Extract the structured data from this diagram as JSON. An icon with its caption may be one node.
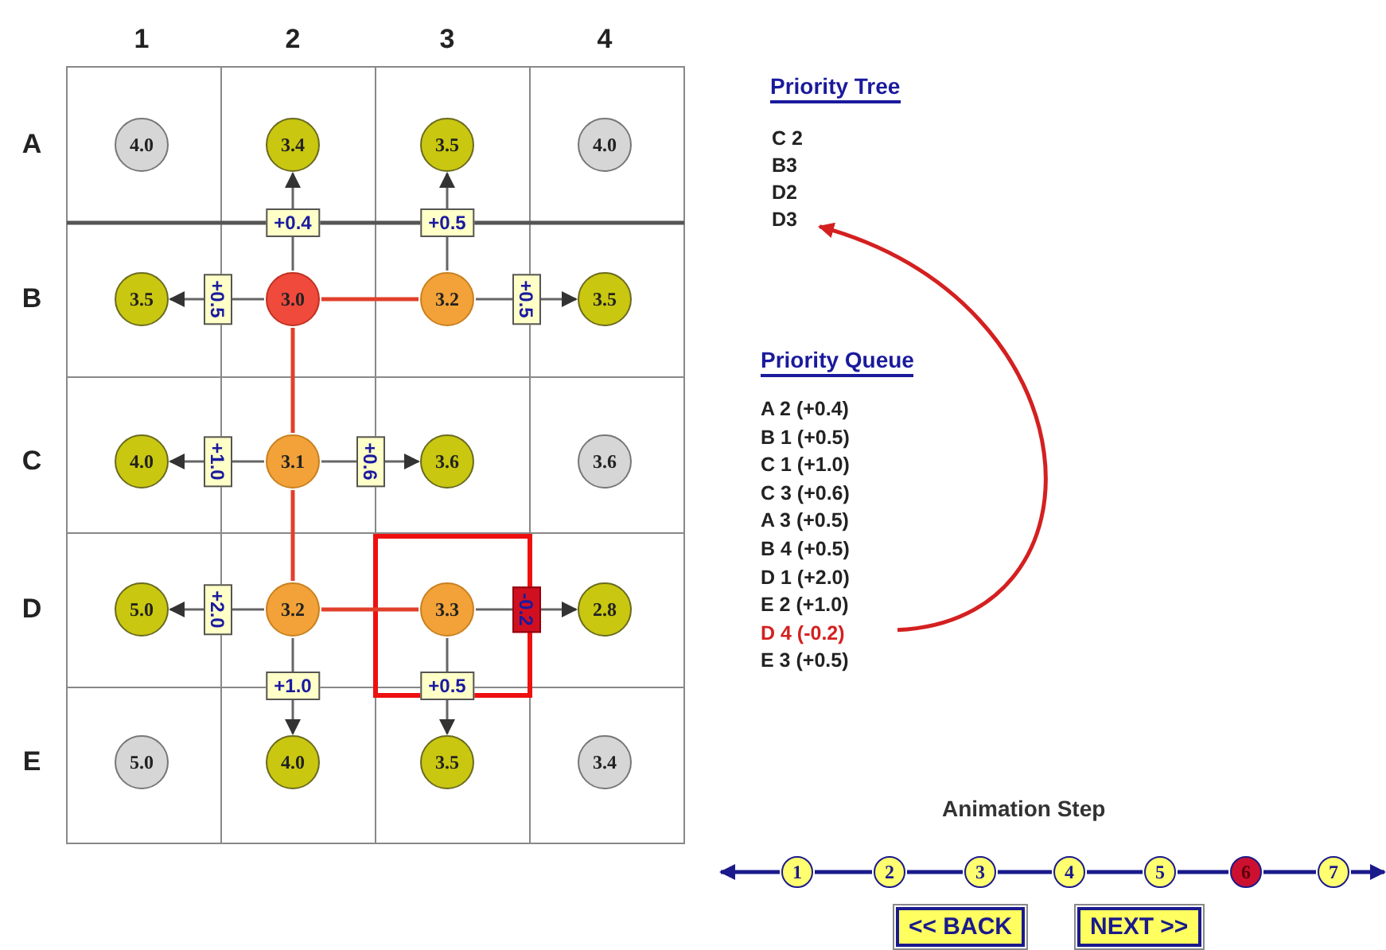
{
  "diagram": {
    "nodes": [
      {
        "text": [
          "4.0"
        ]
      },
      {
        "text": [
          "3.4"
        ]
      },
      {
        "text": [
          "3.5"
        ]
      },
      {
        "text": [
          "4.0"
        ]
      },
      {
        "text": [
          "3.5"
        ]
      },
      {
        "text": [
          "3.0"
        ]
      },
      {
        "text": [
          "3.2"
        ]
      },
      {
        "text": [
          "3.5"
        ]
      },
      {
        "text": [
          "4.0"
        ]
      },
      {
        "text": [
          "3.1"
        ]
      },
      {
        "text": [
          "3.6"
        ]
      },
      {
        "text": [
          "3.6"
        ]
      },
      {
        "text": [
          "5.0"
        ]
      },
      {
        "text": [
          "3.2"
        ]
      },
      {
        "text": [
          "3.3"
        ]
      },
      {
        "text": [
          "2.8"
        ]
      },
      {
        "text": [
          "5.0"
        ]
      },
      {
        "text": [
          "4.0"
        ]
      },
      {
        "text": [
          "3.5"
        ]
      },
      {
        "text": [
          "3.4"
        ]
      },
      {
        "text": [
          "C 2"
        ]
      },
      {
        "text": [
          "B3"
        ]
      },
      {
        "text": [
          "D2"
        ]
      },
      {
        "text": [
          "D3"
        ]
      },
      {
        "text": [
          "A 2 (+0.4)"
        ]
      },
      {
        "text": [
          "B 1 (+0.5)"
        ]
      },
      {
        "text": [
          "C 1 (+1.0)"
        ]
      },
      {
        "text": [
          "C 3 (+0.6)"
        ]
      },
      {
        "text": [
          "A 3 (+0.5)"
        ]
      },
      {
        "text": [
          "B 4 (+0.5)"
        ]
      },
      {
        "text": [
          "D 1 (+2.0)"
        ]
      },
      {
        "text": [
          "E 2 (+1.0)"
        ]
      },
      {
        "text": [
          "D 4 (-0.2)"
        ]
      },
      {
        "text": [
          "E 3 (+0.5)"
        ]
      },
      {
        "text": [
          "1"
        ]
      },
      {
        "text": [
          "2"
        ]
      },
      {
        "text": [
          "3"
        ]
      },
      {
        "text": [
          "4"
        ]
      },
      {
        "text": [
          "5"
        ]
      },
      {
        "text": [
          "6"
        ]
      },
      {
        "text": [
          "7"
        ]
      }
    ],
    "edges": [
      {
        "from": 5,
        "to": 1,
        "arrow": "to",
        "label": "+0.4"
      },
      {
        "from": 6,
        "to": 2,
        "arrow": "to",
        "label": "+0.5"
      },
      {
        "from": 5,
        "to": 4,
        "arrow": "to",
        "label": "+0.5"
      },
      {
        "from": 6,
        "to": 7,
        "arrow": "to",
        "label": "+0.5"
      },
      {
        "from": 9,
        "to": 8,
        "arrow": "to",
        "label": "+1.0"
      },
      {
        "from": 9,
        "to": 10,
        "arrow": "to",
        "label": "+0.6"
      },
      {
        "from": 13,
        "to": 12,
        "arrow": "to",
        "label": "+2.0"
      },
      {
        "from": 13,
        "to": 17,
        "arrow": "to",
        "label": "+1.0"
      },
      {
        "from": 14,
        "to": 18,
        "arrow": "to",
        "label": "+0.5"
      },
      {
        "from": 14,
        "to": 15,
        "arrow": "to",
        "label": "-0.2"
      },
      {
        "from": 5,
        "to": 6,
        "arrow": "none",
        "color": "#e0402c"
      },
      {
        "from": 5,
        "to": 9,
        "arrow": "none",
        "color": "#e0402c"
      },
      {
        "from": 9,
        "to": 13,
        "arrow": "none",
        "color": "#e0402c"
      },
      {
        "from": 13,
        "to": 14,
        "arrow": "none",
        "color": "#e0402c"
      },
      {
        "from": 32,
        "to": 23,
        "arrow": "to",
        "color": "#d42020"
      },
      {
        "from": 34,
        "to": null,
        "arrow": "to",
        "color": "#1a1a8c"
      },
      {
        "from": 34,
        "to": 35,
        "arrow": "none",
        "color": "#1a1a8c"
      },
      {
        "from": 35,
        "to": 36,
        "arrow": "none",
        "color": "#1a1a8c"
      },
      {
        "from": 36,
        "to": 37,
        "arrow": "none",
        "color": "#1a1a8c"
      },
      {
        "from": 37,
        "to": 38,
        "arrow": "none",
        "color": "#1a1a8c"
      },
      {
        "from": 38,
        "to": 39,
        "arrow": "none",
        "color": "#1a1a8c"
      },
      {
        "from": 39,
        "to": 40,
        "arrow": "none",
        "color": "#1a1a8c"
      },
      {
        "from": 40,
        "to": null,
        "arrow": "to",
        "color": "#1a1a8c"
      }
    ],
    "labels": [
      "1",
      "2",
      "3",
      "4",
      "A",
      "B",
      "C",
      "D",
      "E",
      "Priority Tree",
      "Priority Queue",
      "Animation Step",
      "<< BACK",
      "NEXT >>"
    ]
  }
}
